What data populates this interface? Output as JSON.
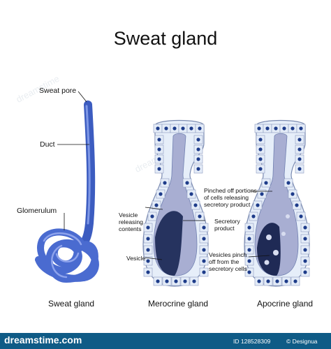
{
  "title": "Sweat gland",
  "labels": {
    "sweat_pore": "Sweat pore",
    "duct": "Duct",
    "glomerulum": "Glomerulum",
    "vesicle_releasing": "Vesicle\nreleasing\ncontents",
    "vesicle": "Vesicle",
    "pinched_off": "Pinched off portions\nof cells releasing\nsecretory product",
    "secretory_product": "Secretory\nproduct",
    "vesicles_pinch": "Vesicles pinch\noff from the\nsecretory cells"
  },
  "captions": {
    "sweat_gland": "Sweat gland",
    "merocrine": "Merocrine gland",
    "apocrine": "Apocrine gland"
  },
  "footer": {
    "brand": "dreamstime.com",
    "id_text": "ID 128528309",
    "copyright": "© Designua"
  },
  "watermark": "dreamstime",
  "colors": {
    "duct": "#4a6bd0",
    "cell": "#e4ecf8",
    "nucleus": "#1e3c8a",
    "lumen": "#9aa3cc",
    "secretion": "#24305e",
    "footer": "#0f5b86"
  }
}
